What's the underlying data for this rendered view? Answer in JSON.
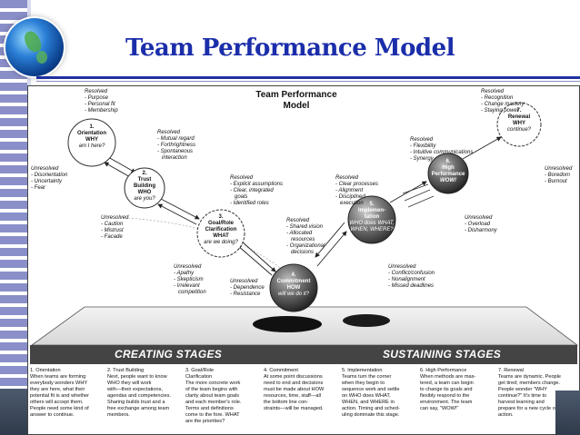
{
  "title": "Team Performance Model",
  "figure_title": "Team Performance\nModel",
  "stages": [
    {
      "num": "1.",
      "name": "Orientation",
      "question": "WHY",
      "q2": "am I here?",
      "resolved": "Resolved\n- Purpose\n- Personal fit\n- Membership",
      "unresolved": "Unresolved\n- Disorientation\n- Uncertainty\n- Fear"
    },
    {
      "num": "2.",
      "name": "Trust\nBuilding",
      "question": "WHO",
      "q2": "are you?",
      "resolved": "Resolved\n- Mutual regard\n- Forthrightness\n- Spontaneous\n   interaction",
      "unresolved": "Unresolved\n- Caution\n- Mistrust\n- Facade"
    },
    {
      "num": "3.",
      "name": "Goal/Role\nClarification",
      "question": "WHAT",
      "q2": "are we doing?",
      "resolved": "Resolved\n- Explicit assumptions\n- Clear, integrated\n   goals\n- Identified roles",
      "unresolved": "Unresolved\n- Apathy\n- Skepticism\n- Irrelevant\n   competition"
    },
    {
      "num": "4.",
      "name": "Commitment",
      "question": "HOW",
      "q2": "will we do it?",
      "resolved": "Resolved\n- Shared vision\n- Allocated\n   resources\n- Organizational\n   decisions",
      "unresolved": "Unresolved\n- Dependence\n- Resistance"
    },
    {
      "num": "5.",
      "name": "Implemen-\ntation",
      "question": "WHO does WHAT,",
      "q2": "WHEN, WHERE?",
      "resolved": "Resolved\n- Clear processes\n- Alignment\n- Disciplined\n   execution",
      "unresolved": "Unresolved\n- Conflict/confusion\n- Nonalignment\n- Missed deadlines"
    },
    {
      "num": "6.",
      "name": "High\nPerformance",
      "question": "WOW!",
      "q2": "",
      "resolved": "Resolved\n- Flexibility\n- Intuitive communications\n- Synergy",
      "unresolved": "Unresolved\n- Overload\n- Disharmony"
    },
    {
      "num": "7.",
      "name": "Renewal",
      "question": "WHY",
      "q2": "continue?",
      "resolved": "Resolved\n- Recognition\n- Change mastery\n- Staying power",
      "unresolved": "Unresolved\n- Boredom\n- Burnout"
    }
  ],
  "stage_bar": {
    "left": "CREATING STAGES",
    "right": "SUSTAINING STAGES"
  },
  "descriptions": [
    "1. Orientation\nWhen teams are forming\neverybody wonders WHY\nthey are here, what their\npotential fit is and whether\nothers will accept them.\nPeople need some kind of\nanswer to continue.",
    "2. Trust Building\nNext, people want to know\nWHO they will work\nwith—their expectations,\nagendas and competencies.\nSharing builds trust and a\nfree exchange among team\nmembers.",
    "3. Goal/Role\nClarification\nThe more concrete work\nof the team begins with\nclarity about team goals\nand each member's role.\nTerms and definitions\ncome to the fore. WHAT\nare the priorities?",
    "4. Commitment\nAt some point discussions\nneed to end and decisions\nmust be made about HOW\nresources, time, staff—all\nthe bottom line con-\nstraints—will be managed.",
    "5. Implementation\nTeams turn the corner\nwhen they begin to\nsequence work and settle\non WHO does WHAT,\nWHEN, and WHERE in\naction. Timing and sched-\nuling dominate this stage.",
    "6. High Performance\nWhen methods are mas-\ntered, a team can begin\nto change its goals and\nflexibly respond to the\nenvironment. The team\ncan say, \"WOW!\"",
    "7. Renewal\nTeams are dynamic. People\nget tired; members change.\nPeople wonder \"WHY\ncontinue?\" It's time to\nharvest learning and\nprepare for a new cycle of\naction."
  ],
  "colors": {
    "title": "#1b2eaa",
    "stripe": "#8a8fc9",
    "bar": "#444444"
  }
}
